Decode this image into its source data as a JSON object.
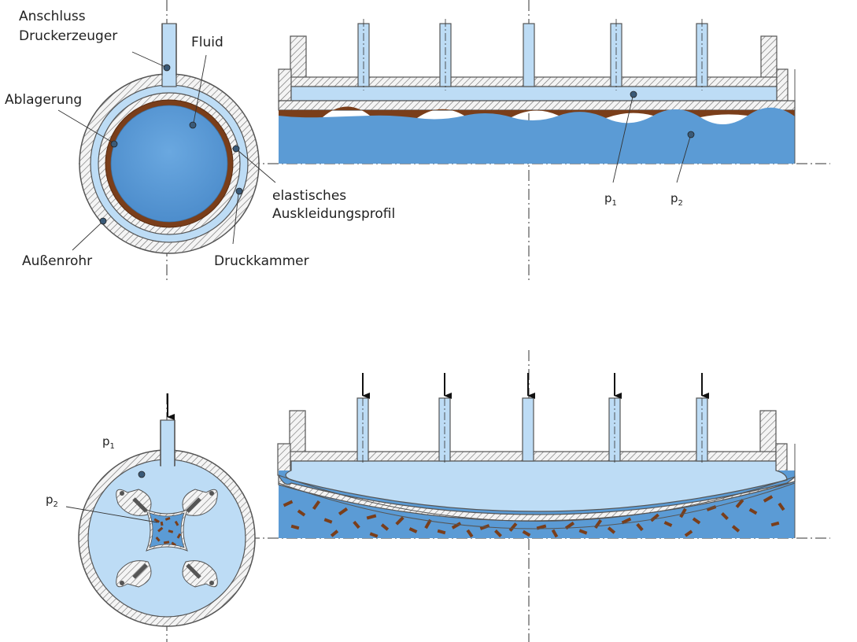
{
  "labels": {
    "anschluss_line1": "Anschluss",
    "anschluss_line2": "Druckerzeuger",
    "fluid": "Fluid",
    "ablagerung": "Ablagerung",
    "elastisches_line1": "elastisches",
    "elastisches_line2": "Auskleidungsprofil",
    "aussenrohr": "Außenrohr",
    "druckkammer": "Druckkammer",
    "p_letter": "p",
    "sub_1": "1",
    "sub_2": "2"
  },
  "colors": {
    "fluid_dark": "#5b9bd5",
    "fluid_light": "#bddcf5",
    "deposit": "#7a3e1a",
    "wall_fill": "#f2f2f2",
    "outline": "#555555"
  },
  "top_section_state": "unpressurized",
  "bottom_section_state": "pressurized",
  "pressure_arrows_count": 6
}
